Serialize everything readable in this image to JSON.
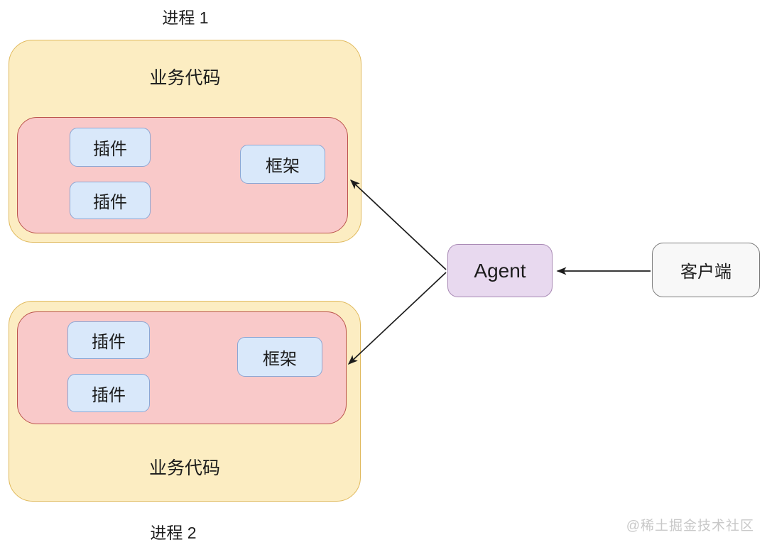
{
  "colors": {
    "process-fill": "#fcedc2",
    "process-border": "#e0b95c",
    "runtime-fill": "#f9c9c9",
    "runtime-border": "#bb544d",
    "module-fill": "#d9e8fa",
    "module-border": "#8ba6d4",
    "agent-fill": "#e8d9ef",
    "agent-border": "#a98ab5",
    "client-fill": "#f8f8f8",
    "client-border": "#7d7d7d",
    "arrow": "#1c1c1c",
    "text": "#1c1c1c",
    "watermark": "#c8c8c8"
  },
  "processes": [
    {
      "title": "进程 1",
      "business_label": "业务代码",
      "plugins": [
        "插件",
        "插件"
      ],
      "framework": "框架"
    },
    {
      "title": "进程 2",
      "business_label": "业务代码",
      "plugins": [
        "插件",
        "插件"
      ],
      "framework": "框架"
    }
  ],
  "agent": {
    "label": "Agent"
  },
  "client": {
    "label": "客户端"
  },
  "watermark": {
    "text": "@稀土掘金技术社区"
  }
}
